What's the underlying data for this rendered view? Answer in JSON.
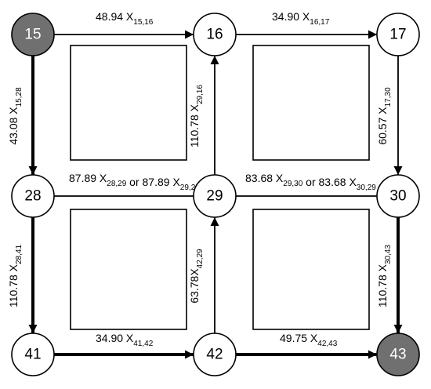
{
  "nodes": [
    {
      "id": "15",
      "label": "15",
      "fill": "#707070",
      "text_color": "#ffffff"
    },
    {
      "id": "16",
      "label": "16",
      "fill": "#ffffff",
      "text_color": "#000000"
    },
    {
      "id": "17",
      "label": "17",
      "fill": "#ffffff",
      "text_color": "#000000"
    },
    {
      "id": "28",
      "label": "28",
      "fill": "#ffffff",
      "text_color": "#000000"
    },
    {
      "id": "29",
      "label": "29",
      "fill": "#ffffff",
      "text_color": "#000000"
    },
    {
      "id": "30",
      "label": "30",
      "fill": "#ffffff",
      "text_color": "#000000"
    },
    {
      "id": "41",
      "label": "41",
      "fill": "#ffffff",
      "text_color": "#000000"
    },
    {
      "id": "42",
      "label": "42",
      "fill": "#ffffff",
      "text_color": "#000000"
    },
    {
      "id": "43",
      "label": "43",
      "fill": "#707070",
      "text_color": "#ffffff"
    }
  ],
  "edges": [
    {
      "id": "e15-16",
      "from": "15",
      "to": "16",
      "arrow": true,
      "bold": false,
      "label": {
        "parts": [
          {
            "text": "48.94 X",
            "sub": "15,16"
          }
        ]
      }
    },
    {
      "id": "e16-17",
      "from": "16",
      "to": "17",
      "arrow": true,
      "bold": false,
      "label": {
        "parts": [
          {
            "text": "34.90 X",
            "sub": "16,17"
          }
        ]
      }
    },
    {
      "id": "e15-28",
      "from": "15",
      "to": "28",
      "arrow": true,
      "bold": true,
      "label": {
        "parts": [
          {
            "text": "43.08 X",
            "sub": "15,28"
          }
        ]
      }
    },
    {
      "id": "e29-16",
      "from": "29",
      "to": "16",
      "arrow": true,
      "bold": false,
      "label": {
        "parts": [
          {
            "text": "110.78 X",
            "sub": "29,16"
          }
        ]
      }
    },
    {
      "id": "e17-30",
      "from": "17",
      "to": "30",
      "arrow": true,
      "bold": false,
      "label": {
        "parts": [
          {
            "text": "60.57 X",
            "sub": "17,30"
          }
        ]
      }
    },
    {
      "id": "e28-29",
      "from": "28",
      "to": "29",
      "arrow": false,
      "bold": false,
      "label": {
        "parts": [
          {
            "text": "87.89 X",
            "sub": "28,29"
          },
          {
            "text": " or 87.89 X",
            "sub": "29,28"
          }
        ]
      }
    },
    {
      "id": "e29-30",
      "from": "29",
      "to": "30",
      "arrow": false,
      "bold": false,
      "label": {
        "parts": [
          {
            "text": "83.68 X",
            "sub": "29,30"
          },
          {
            "text": " or 83.68 X",
            "sub": "30,29"
          }
        ]
      }
    },
    {
      "id": "e28-41",
      "from": "28",
      "to": "41",
      "arrow": true,
      "bold": true,
      "label": {
        "parts": [
          {
            "text": "110.78 X",
            "sub": "28,41"
          }
        ]
      }
    },
    {
      "id": "e42-29",
      "from": "42",
      "to": "29",
      "arrow": true,
      "bold": false,
      "label": {
        "parts": [
          {
            "text": "63.78X",
            "sub": "42,29"
          }
        ]
      }
    },
    {
      "id": "e30-43",
      "from": "30",
      "to": "43",
      "arrow": true,
      "bold": true,
      "label": {
        "parts": [
          {
            "text": "110.78 X",
            "sub": "30,43"
          }
        ]
      }
    },
    {
      "id": "e41-42",
      "from": "41",
      "to": "42",
      "arrow": true,
      "bold": true,
      "label": {
        "parts": [
          {
            "text": "34.90 X",
            "sub": "41,42"
          }
        ]
      }
    },
    {
      "id": "e42-43",
      "from": "42",
      "to": "43",
      "arrow": true,
      "bold": true,
      "label": {
        "parts": [
          {
            "text": "49.75 X",
            "sub": "42,43"
          }
        ]
      }
    }
  ],
  "colors": {
    "line": "#000000",
    "highlight_node": "#707070",
    "background": "#ffffff"
  }
}
